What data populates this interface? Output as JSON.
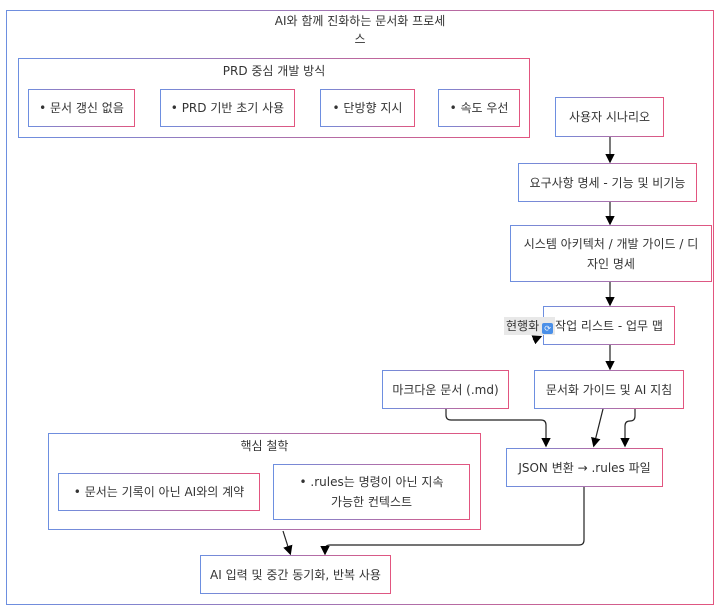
{
  "title_line1": "AI와 함께 진화하는 문서화 프로세",
  "title_line2": "스",
  "prd_group": {
    "title": "PRD 중심 개발 방식",
    "items": [
      "• 문서 갱신 없음",
      "• PRD 기반 초기 사용",
      "• 단방향 지시",
      "• 속도 우선"
    ]
  },
  "flow": {
    "user_scenario": "사용자 시나리오",
    "requirements": "요구사항 명세 - 기능 및 비기능",
    "architecture": "시스템 아키텍처 / 개발 가이드 / 디자인 명세",
    "task_list": "작업 리스트 - 업무 맵",
    "update_label": "현행화",
    "markdown": "마크다운 문서 (.md)",
    "doc_guide": "문서화 가이드 및 AI 지침",
    "json": "JSON 변환 → .rules 파일",
    "ai_input": "AI 입력 및 중간 동기화, 반복 사용"
  },
  "philosophy": {
    "title": "핵심 철학",
    "items": [
      "• 문서는 기록이 아닌 AI와의 계약",
      "• .rules는 명령이 아닌 지속 가능한 컨텍스트"
    ]
  }
}
